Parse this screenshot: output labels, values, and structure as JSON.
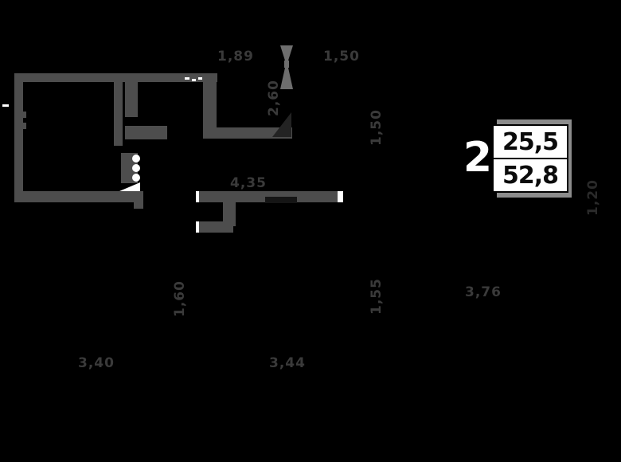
{
  "badge": {
    "rooms": "2",
    "living_area": "25,5",
    "total_area": "52,8"
  },
  "dimensions": {
    "top_left": "1,89",
    "top_right": "1,50",
    "middle": "4,35",
    "bottom_left": "3,40",
    "bottom_middle": "3,44",
    "bottom_right": "3,76",
    "vert_mid_top": "2,60",
    "vert_right_top": "1,50",
    "vert_right_bottom": "1,55",
    "vert_left_bottom": "1,60",
    "vert_far_right": "1,20"
  },
  "colors": {
    "background": "#000000",
    "wall": "#4d4d4d",
    "wall_light": "#6e6e6e",
    "dim_text": "#3a3a3a",
    "badge_backing": "#8c8c8c",
    "badge_box_bg": "#ffffff",
    "badge_text": "#0b0b0b"
  }
}
